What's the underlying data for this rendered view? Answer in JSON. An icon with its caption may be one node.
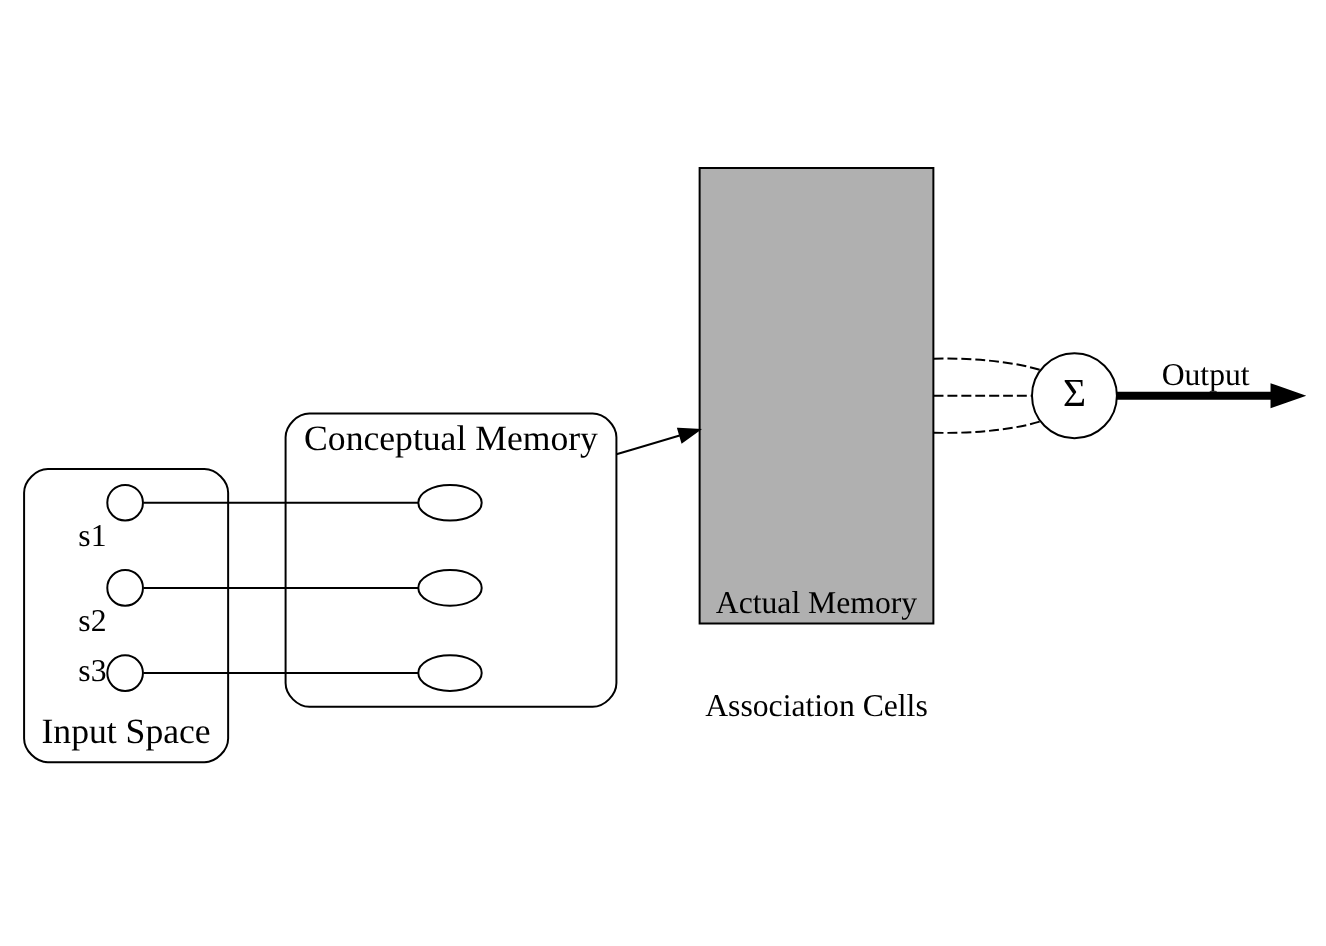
{
  "diagram": {
    "nodes": [
      {
        "text": [
          "Input Space"
        ]
      },
      {
        "text": [],
        "shape": "circle",
        "beside": [
          "s1"
        ],
        "in": 0
      },
      {
        "text": [],
        "shape": "circle",
        "beside": [
          "s2"
        ],
        "in": 0
      },
      {
        "text": [],
        "shape": "circle",
        "beside": [
          "s3"
        ],
        "in": 0
      },
      {
        "text": [
          "Conceptual Memory"
        ]
      },
      {
        "text": [],
        "shape": "ellipse",
        "in": 4
      },
      {
        "text": [],
        "shape": "ellipse",
        "in": 4
      },
      {
        "text": [],
        "shape": "ellipse",
        "in": 4
      },
      {
        "text": [
          "Actual Memory"
        ]
      },
      {
        "text": [
          "Σ"
        ]
      }
    ],
    "edges": [
      {
        "from": 1,
        "to": 5,
        "arrow": "none"
      },
      {
        "from": 2,
        "to": 6,
        "arrow": "none"
      },
      {
        "from": 3,
        "to": 7,
        "arrow": "none"
      },
      {
        "from": 4,
        "to": 8,
        "arrow": "to"
      },
      {
        "from": 8,
        "to": 9,
        "arrow": "none",
        "style": "dashed"
      },
      {
        "from": 8,
        "to": 9,
        "arrow": "none",
        "style": "dashed"
      },
      {
        "from": 8,
        "to": 9,
        "arrow": "none",
        "style": "dashed"
      },
      {
        "from": 9,
        "to": null,
        "arrow": "to",
        "style": "thick",
        "label": "Output"
      }
    ],
    "labels": [
      "Association Cells"
    ]
  }
}
